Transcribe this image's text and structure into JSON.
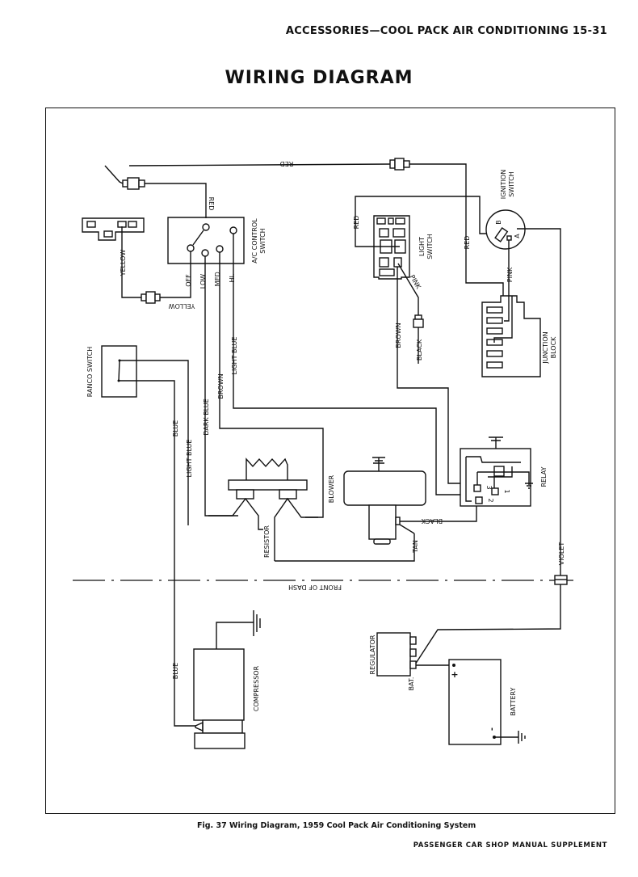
{
  "page": {
    "header": "ACCESSORIES—COOL PACK AIR CONDITIONING 15-31",
    "title": "WIRING DIAGRAM",
    "caption": "Fig. 37   Wiring Diagram, 1959 Cool Pack Air Conditioning System",
    "footer": "PASSENGER CAR SHOP MANUAL SUPPLEMENT"
  },
  "components": {
    "ac_control_switch": "A/C CONTROL SWITCH",
    "ac_control_switch_line1": "A/C CONTROL",
    "ac_control_switch_line2": "SWITCH",
    "switch_positions": [
      "OFF",
      "LOW",
      "MED.",
      "HI."
    ],
    "ranco_switch": "RANCO SWITCH",
    "light_switch_line1": "LIGHT",
    "light_switch_line2": "SWITCH",
    "ignition_switch_line1": "IGNITION",
    "ignition_switch_line2": "SWITCH",
    "ignition_terminals": [
      "B",
      "A"
    ],
    "junction_block_line1": "JUNCTION",
    "junction_block_line2": "BLOCK",
    "relay": "RELAY",
    "relay_terminals": [
      "3",
      "1",
      "2"
    ],
    "blower": "BLOWER",
    "resistor": "RESISTOR",
    "front_of_dash": "FRONT OF DASH",
    "compressor": "COMPRESSOR",
    "regulator": "REGULATOR",
    "regulator_terminal": "BAT.",
    "battery": "BATTERY",
    "battery_pos": "+",
    "battery_neg": "-"
  },
  "wires": {
    "red_top": "RED",
    "red_switch": "RED",
    "red_light": "RED",
    "red_ign": "RED",
    "yellow_vertical": "YELLOW",
    "yellow_bottom": "YELLOW",
    "pink_light": "PINK",
    "pink_ign": "PINK",
    "black_light": "BLACK",
    "brown_light": "BROWN",
    "brown_ac": "BROWN",
    "dark_blue": "DARK BLUE",
    "light_blue_ac": "LIGHT BLUE",
    "light_blue_ranco": "LIGHT BLUE",
    "blue_ranco": "BLUE",
    "blue_compressor": "BLUE",
    "black_relay": "BLACK",
    "tan": "TAN",
    "violet": "VIOLET"
  }
}
